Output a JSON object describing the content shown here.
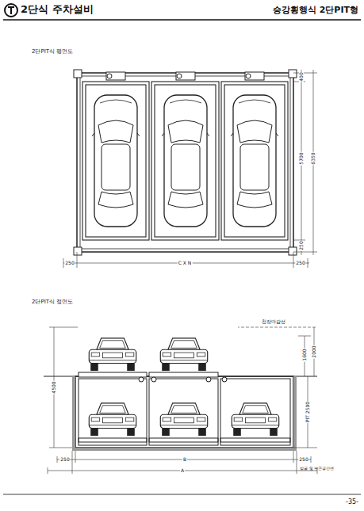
{
  "diagram": {
    "title": "2단식 주차설비",
    "labels": [
      "승강횡행식 2단PIT형",
      "2단PIT식 평면도",
      "400",
      "5700",
      "6350",
      "250",
      "250",
      "C X N",
      "250",
      "2단PIT식 정면도",
      "천장마감선",
      "1600",
      "2000",
      "4500",
      "PIT 2500",
      "250",
      "B",
      "250",
      "A",
      "발굴 및 부근공간면",
      "-35-"
    ]
  }
}
